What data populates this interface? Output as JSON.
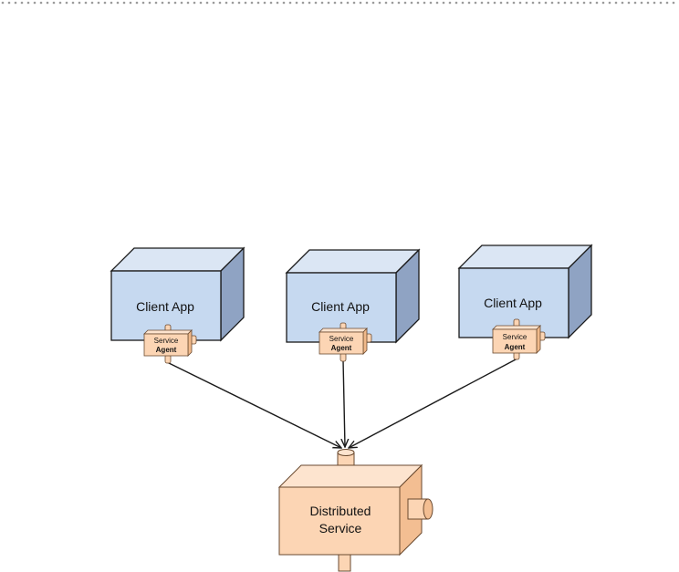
{
  "clients": [
    {
      "label": "Client App",
      "agent": {
        "line1": "Service",
        "line2": "Agent"
      }
    },
    {
      "label": "Client App",
      "agent": {
        "line1": "Service",
        "line2": "Agent"
      }
    },
    {
      "label": "Client App",
      "agent": {
        "line1": "Service",
        "line2": "Agent"
      }
    }
  ],
  "service": {
    "line1": "Distributed",
    "line2": "Service"
  },
  "colors": {
    "client_front": "#c6d9f0",
    "client_top": "#dbe6f4",
    "client_side": "#8fa3c3",
    "agent_fill": "#fcd5b4",
    "agent_dark": "#f0b98a",
    "service_front": "#fcd5b4",
    "service_top": "#fde4cf",
    "service_side": "#f3be92",
    "stroke": "#1a1a1a",
    "rule": "#9a9a9a"
  }
}
